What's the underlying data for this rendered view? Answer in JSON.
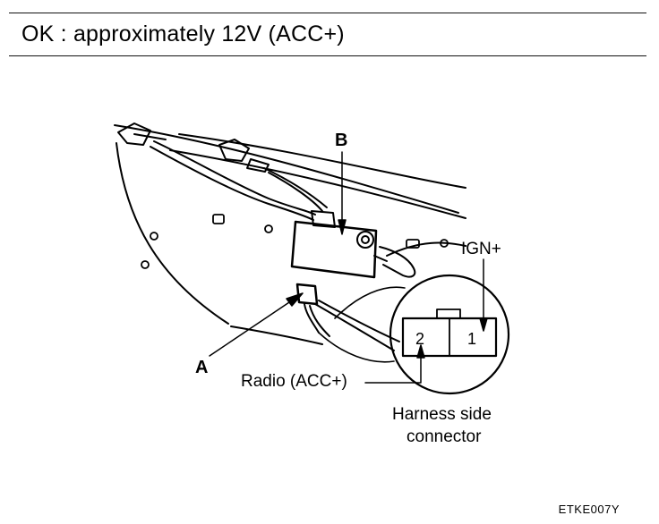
{
  "header": {
    "text": "OK : approximately 12V (ACC+)"
  },
  "callouts": {
    "a": "A",
    "b": "B"
  },
  "labels": {
    "ign": "IGN+",
    "radio": "Radio (ACC+)",
    "harness_line1": "Harness side",
    "harness_line2": "connector"
  },
  "connector": {
    "pin_left": "2",
    "pin_right": "1"
  },
  "figure_code": "ETKE007Y"
}
